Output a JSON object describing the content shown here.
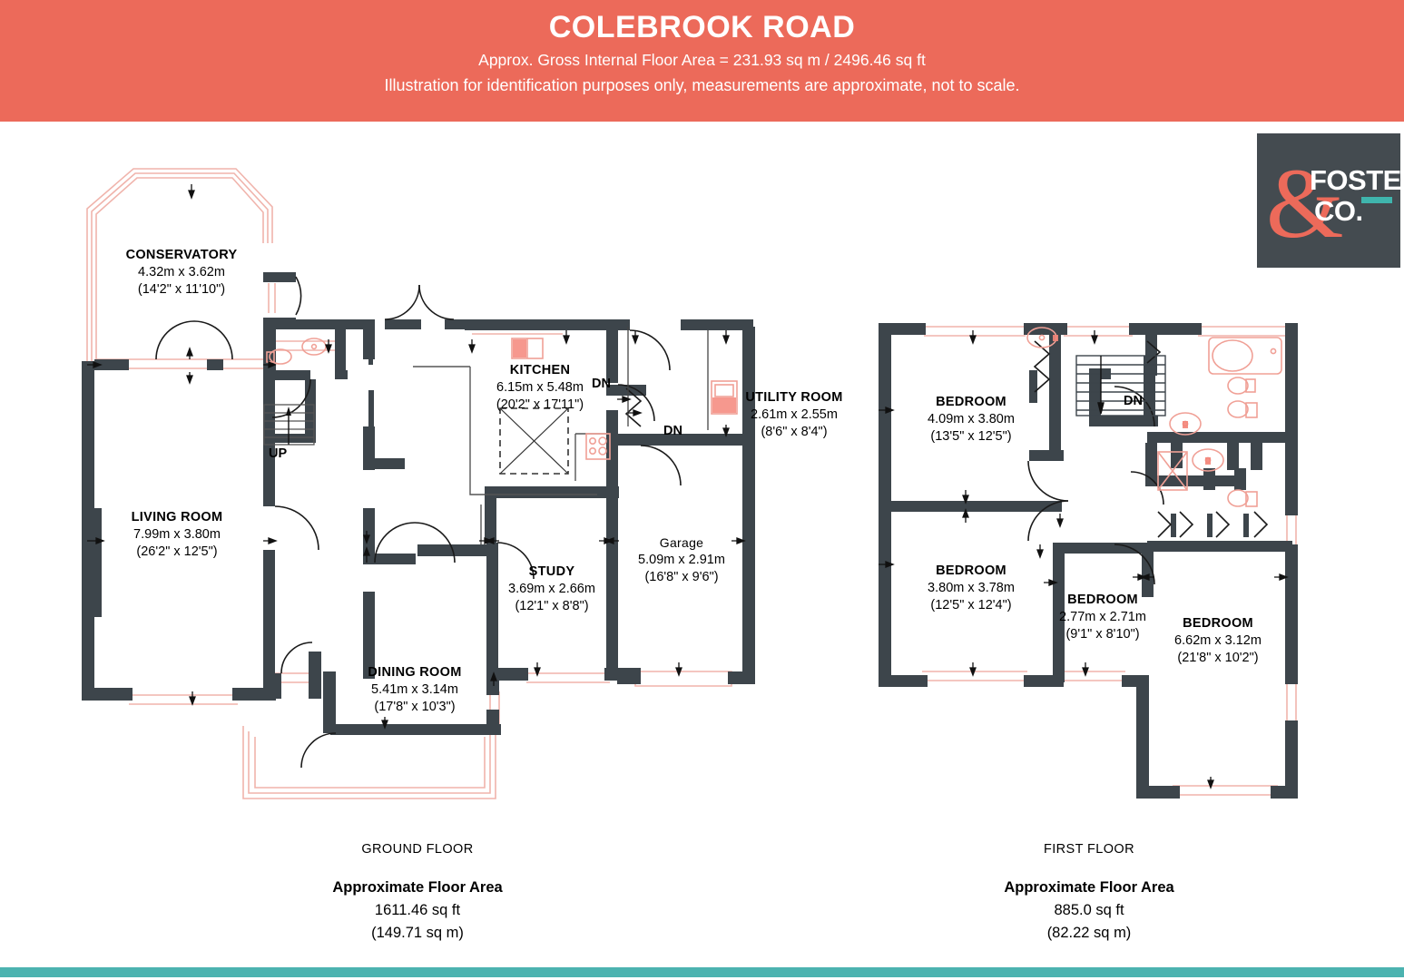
{
  "header": {
    "title": "COLEBROOK ROAD",
    "area_line": "Approx. Gross Internal Floor Area = 231.93 sq m / 2496.46 sq ft",
    "disclaimer": "Illustration for identification purposes only, measurements are approximate, not to scale.",
    "bg_color": "#ec6a5a",
    "text_color": "#ffffff"
  },
  "logo": {
    "ampersand": "&",
    "line1": "FOSTER",
    "line2": "CO.",
    "bg_color": "#444b50",
    "accent_color": "#ec6a5a",
    "dash_color": "#3fb5ad"
  },
  "colors": {
    "wall": "#3d454b",
    "glazing": "#f0b4ac",
    "fixture": "#f2a79c",
    "fixture_fill": "#f4867a",
    "teal_bar": "#4cb3b0"
  },
  "floors": [
    {
      "key": "ground",
      "name": "GROUND FLOOR",
      "area_title": "Approximate Floor Area",
      "area_ft": "1611.46 sq ft",
      "area_m": "(149.71 sq m)",
      "rooms": [
        {
          "name": "CONSERVATORY",
          "metric": "4.32m x 3.62m",
          "imperial": "(14'2\" x 11'10\")",
          "bold": true
        },
        {
          "name": "LIVING ROOM",
          "metric": "7.99m x 3.80m",
          "imperial": "(26'2\" x 12'5\")",
          "bold": true
        },
        {
          "name": "KITCHEN",
          "metric": "6.15m x 5.48m",
          "imperial": "(20'2\" x 17'11\")",
          "bold": true
        },
        {
          "name": "UTILITY ROOM",
          "metric": "2.61m x 2.55m",
          "imperial": "(8'6\" x 8'4\")",
          "bold": true
        },
        {
          "name": "STUDY",
          "metric": "3.69m x 2.66m",
          "imperial": "(12'1\" x 8'8\")",
          "bold": true
        },
        {
          "name": "DINING ROOM",
          "metric": "5.41m x 3.14m",
          "imperial": "(17'8\" x 10'3\")",
          "bold": true
        },
        {
          "name": "Garage",
          "metric": "5.09m x 2.91m",
          "imperial": "(16'8\" x 9'6\")",
          "bold": false
        }
      ],
      "stair_markers": [
        {
          "text": "UP"
        },
        {
          "text": "DN"
        },
        {
          "text": "DN"
        }
      ]
    },
    {
      "key": "first",
      "name": "FIRST FLOOR",
      "area_title": "Approximate Floor Area",
      "area_ft": "885.0 sq ft",
      "area_m": "(82.22 sq m)",
      "rooms": [
        {
          "name": "BEDROOM",
          "metric": "4.09m x 3.80m",
          "imperial": "(13'5\" x 12'5\")",
          "bold": true
        },
        {
          "name": "BEDROOM",
          "metric": "3.80m x 3.78m",
          "imperial": "(12'5\" x 12'4\")",
          "bold": true
        },
        {
          "name": "BEDROOM",
          "metric": "2.77m x 2.71m",
          "imperial": "(9'1\" x 8'10\")",
          "bold": true
        },
        {
          "name": "BEDROOM",
          "metric": "6.62m x 3.12m",
          "imperial": "(21'8\" x 10'2\")",
          "bold": true
        }
      ],
      "stair_markers": [
        {
          "text": "DN"
        }
      ]
    }
  ]
}
